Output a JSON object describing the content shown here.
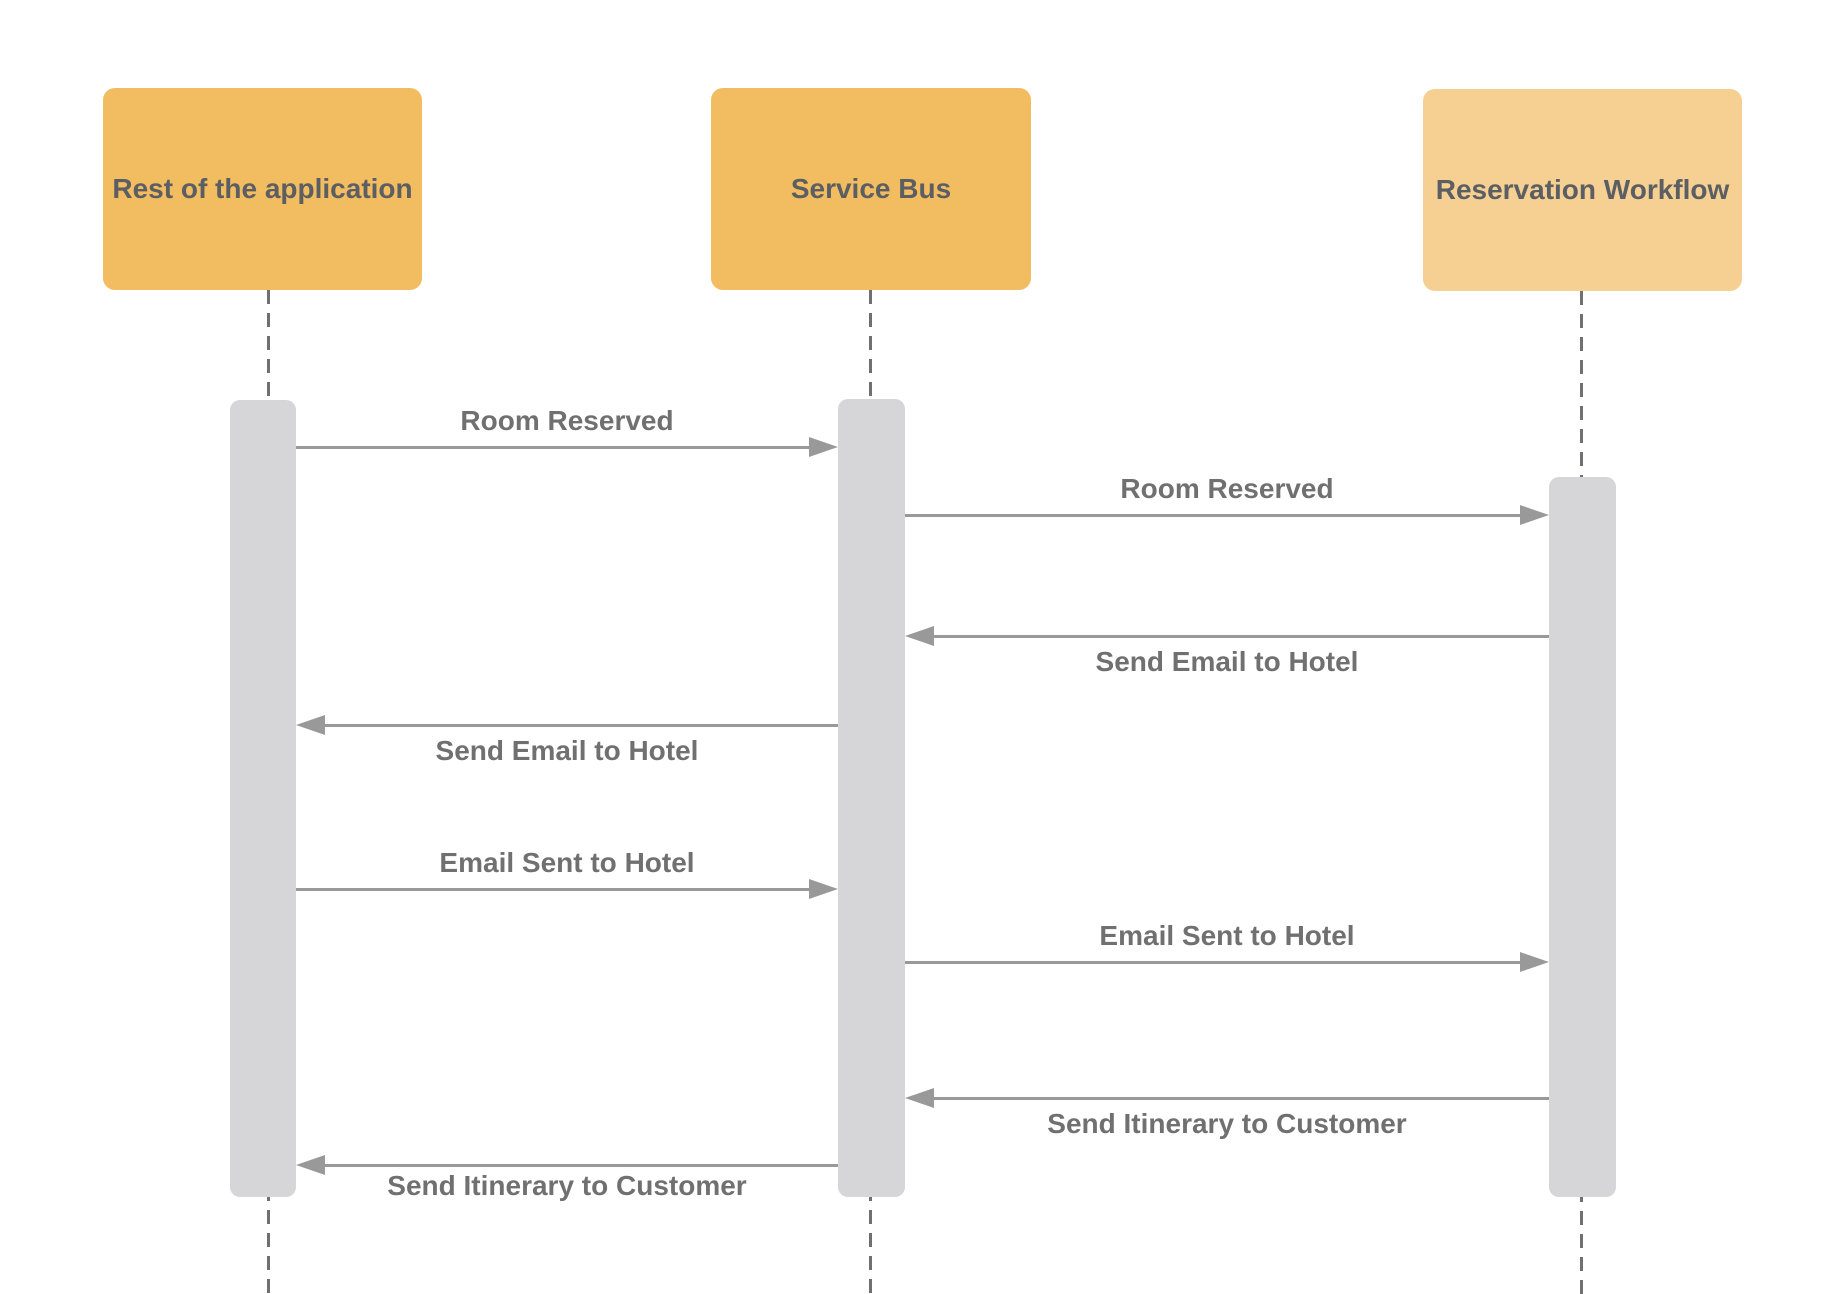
{
  "diagram": {
    "type": "uml-sequence-diagram",
    "background": "#ffffff",
    "colors": {
      "actor_fill": "#F2BC60",
      "actor_fill_light": "#F6CF92",
      "actor_text": "#5B5E62",
      "activation_fill": "#D6D6D8",
      "lifeline": "#707070",
      "arrow": "#999999",
      "message_text": "#707070"
    },
    "actors": [
      {
        "id": "rest-of-the-application",
        "label": "Rest of the application",
        "fill": "#F2BC60"
      },
      {
        "id": "service-bus",
        "label": "Service Bus",
        "fill": "#F2BC60"
      },
      {
        "id": "reservation-workflow",
        "label": "Reservation Workflow",
        "fill": "#F6CF92"
      }
    ],
    "messages": [
      {
        "label": "Room Reserved",
        "from": "rest-of-the-application",
        "to": "service-bus",
        "direction": "right",
        "label_position": "above"
      },
      {
        "label": "Room Reserved",
        "from": "service-bus",
        "to": "reservation-workflow",
        "direction": "right",
        "label_position": "above"
      },
      {
        "label": "Send Email to Hotel",
        "from": "reservation-workflow",
        "to": "service-bus",
        "direction": "left",
        "label_position": "below"
      },
      {
        "label": "Send Email to Hotel",
        "from": "service-bus",
        "to": "rest-of-the-application",
        "direction": "left",
        "label_position": "below"
      },
      {
        "label": "Email Sent to Hotel",
        "from": "rest-of-the-application",
        "to": "service-bus",
        "direction": "right",
        "label_position": "above"
      },
      {
        "label": "Email Sent to Hotel",
        "from": "service-bus",
        "to": "reservation-workflow",
        "direction": "right",
        "label_position": "above"
      },
      {
        "label": "Send Itinerary to Customer",
        "from": "reservation-workflow",
        "to": "service-bus",
        "direction": "left",
        "label_position": "below"
      },
      {
        "label": "Send Itinerary to Customer",
        "from": "service-bus",
        "to": "rest-of-the-application",
        "direction": "left",
        "label_position": "below"
      }
    ]
  }
}
